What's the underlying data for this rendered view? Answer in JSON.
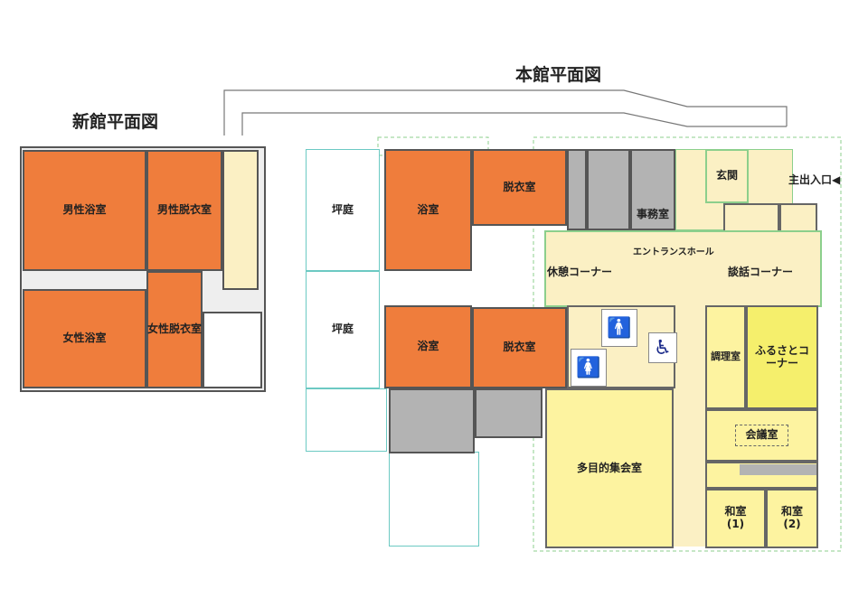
{
  "titles": {
    "annex": "新館平面図",
    "main": "本館平面図"
  },
  "annex": {
    "mens_bath": "男性浴室",
    "mens_changing": "男性脱衣室",
    "womens_changing": "女性脱衣室",
    "womens_bath": "女性浴室"
  },
  "main": {
    "courtyard_1": "坪庭",
    "courtyard_2": "坪庭",
    "bath_1": "浴室",
    "bath_2": "浴室",
    "changing_1": "脱衣室",
    "changing_2": "脱衣室",
    "office": "事務室",
    "vestibule": "玄関",
    "main_entrance": "主出入口◀",
    "entrance_hall": "エントランスホール",
    "rest_corner": "休憩コーナー",
    "talk_corner": "談話コーナー",
    "kitchen": "調理室",
    "furusato_corner": "ふるさとコーナー",
    "meeting_room": "会議室",
    "multipurpose_hall": "多目的集会室",
    "japanese_room_1": "和室(1)",
    "japanese_room_2": "和室(2)"
  },
  "icons": {
    "male": "male-toilet-icon",
    "female": "female-toilet-icon",
    "accessible": "wheelchair-icon"
  }
}
